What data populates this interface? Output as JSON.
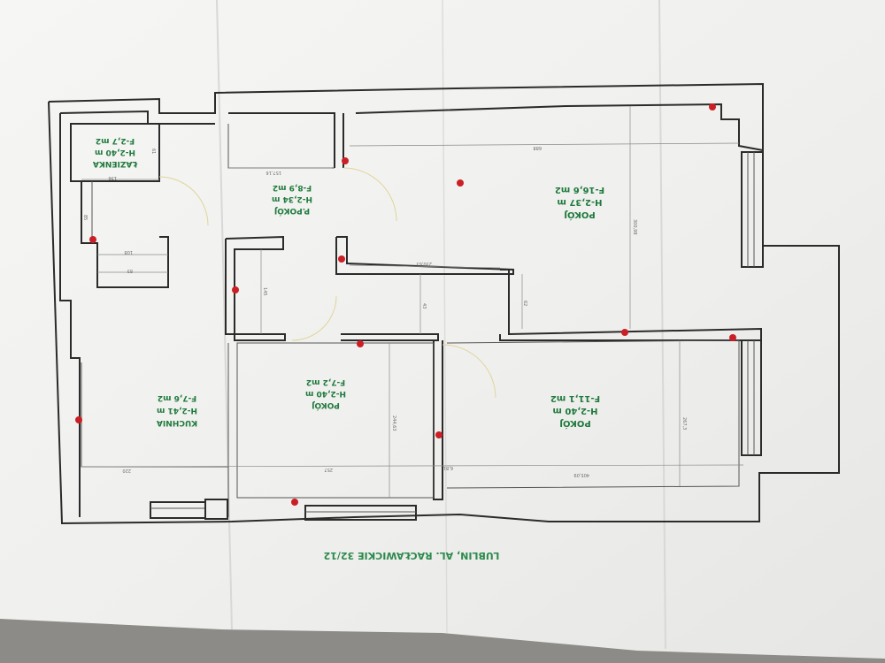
{
  "rooms": {
    "lazienka": {
      "name": "ŁAZIENKA",
      "height": "H-2,40 m",
      "area": "F-2,7 m2"
    },
    "p_pokoj": {
      "name": "P.POKÓJ",
      "height": "H-2,34 m",
      "area": "F-8,9 m2"
    },
    "pokoj_top": {
      "name": "POKÓJ",
      "height": "H-2,37 m",
      "area": "F-16,6 m2"
    },
    "kuchnia": {
      "name": "KUCHNIA",
      "height": "H-2,41 m",
      "area": "F-7,6 m2"
    },
    "pokoj_mid": {
      "name": "POKÓJ",
      "height": "H-2,40 m",
      "area": "F-7,2 m2"
    },
    "pokoj_right": {
      "name": "POKÓJ",
      "height": "H-2,40 m",
      "area": "F-11,1 m2"
    }
  },
  "address": "LUBLIN, AL. RACŁAWICKIE 32/12",
  "dims": {
    "d1": "688",
    "d2": "157,16",
    "d3": "136",
    "d4": "300,98",
    "d5": "230,63",
    "d6": "220",
    "d7": "257",
    "d8": "405,09",
    "d9": "244,63",
    "d10": "267,3",
    "d11": "6,81",
    "d12": "145",
    "d13": "108",
    "d14": "83",
    "d15": "61",
    "d16": "85",
    "d17": "62",
    "d18": "43"
  },
  "colors": {
    "paper": "#f3f3f1",
    "wall": "#2b2b2b",
    "label": "#1f7a3d",
    "marker": "#cc1f25"
  }
}
